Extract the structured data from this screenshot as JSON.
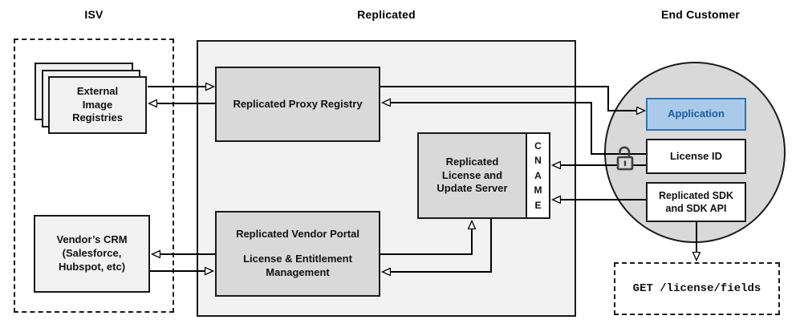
{
  "headers": {
    "isv": "ISV",
    "replicated": "Replicated",
    "end_customer": "End Customer"
  },
  "isv": {
    "registries": {
      "lines": [
        "External",
        "Image",
        "Registries"
      ]
    },
    "crm": {
      "lines": [
        "Vendor’s CRM",
        "(Salesforce,",
        "Hubspot, etc)"
      ]
    }
  },
  "replicated": {
    "proxy_registry": "Replicated Proxy Registry",
    "license_server": {
      "lines": [
        "Replicated",
        "License and",
        "Update Server"
      ]
    },
    "cname": "CNAME",
    "vendor_portal": {
      "title": "Replicated Vendor Portal",
      "subtitle_lines": [
        "License & Entitlement",
        "Management"
      ]
    }
  },
  "end_customer": {
    "application": "Application",
    "license_id": "License ID",
    "sdk": {
      "lines": [
        "Replicated SDK",
        "and SDK API"
      ]
    },
    "api_call": "GET /license/fields"
  },
  "icons": {
    "license_lock": "unlock-icon"
  },
  "colors": {
    "box_gray": "#d9d9d9",
    "panel_gray": "#f2f2f2",
    "stack_gray": "#f1f1f1",
    "application_fill": "#a9cbe9",
    "application_border": "#2e75b6",
    "application_text": "#1d5a9e",
    "line": "#000000"
  }
}
